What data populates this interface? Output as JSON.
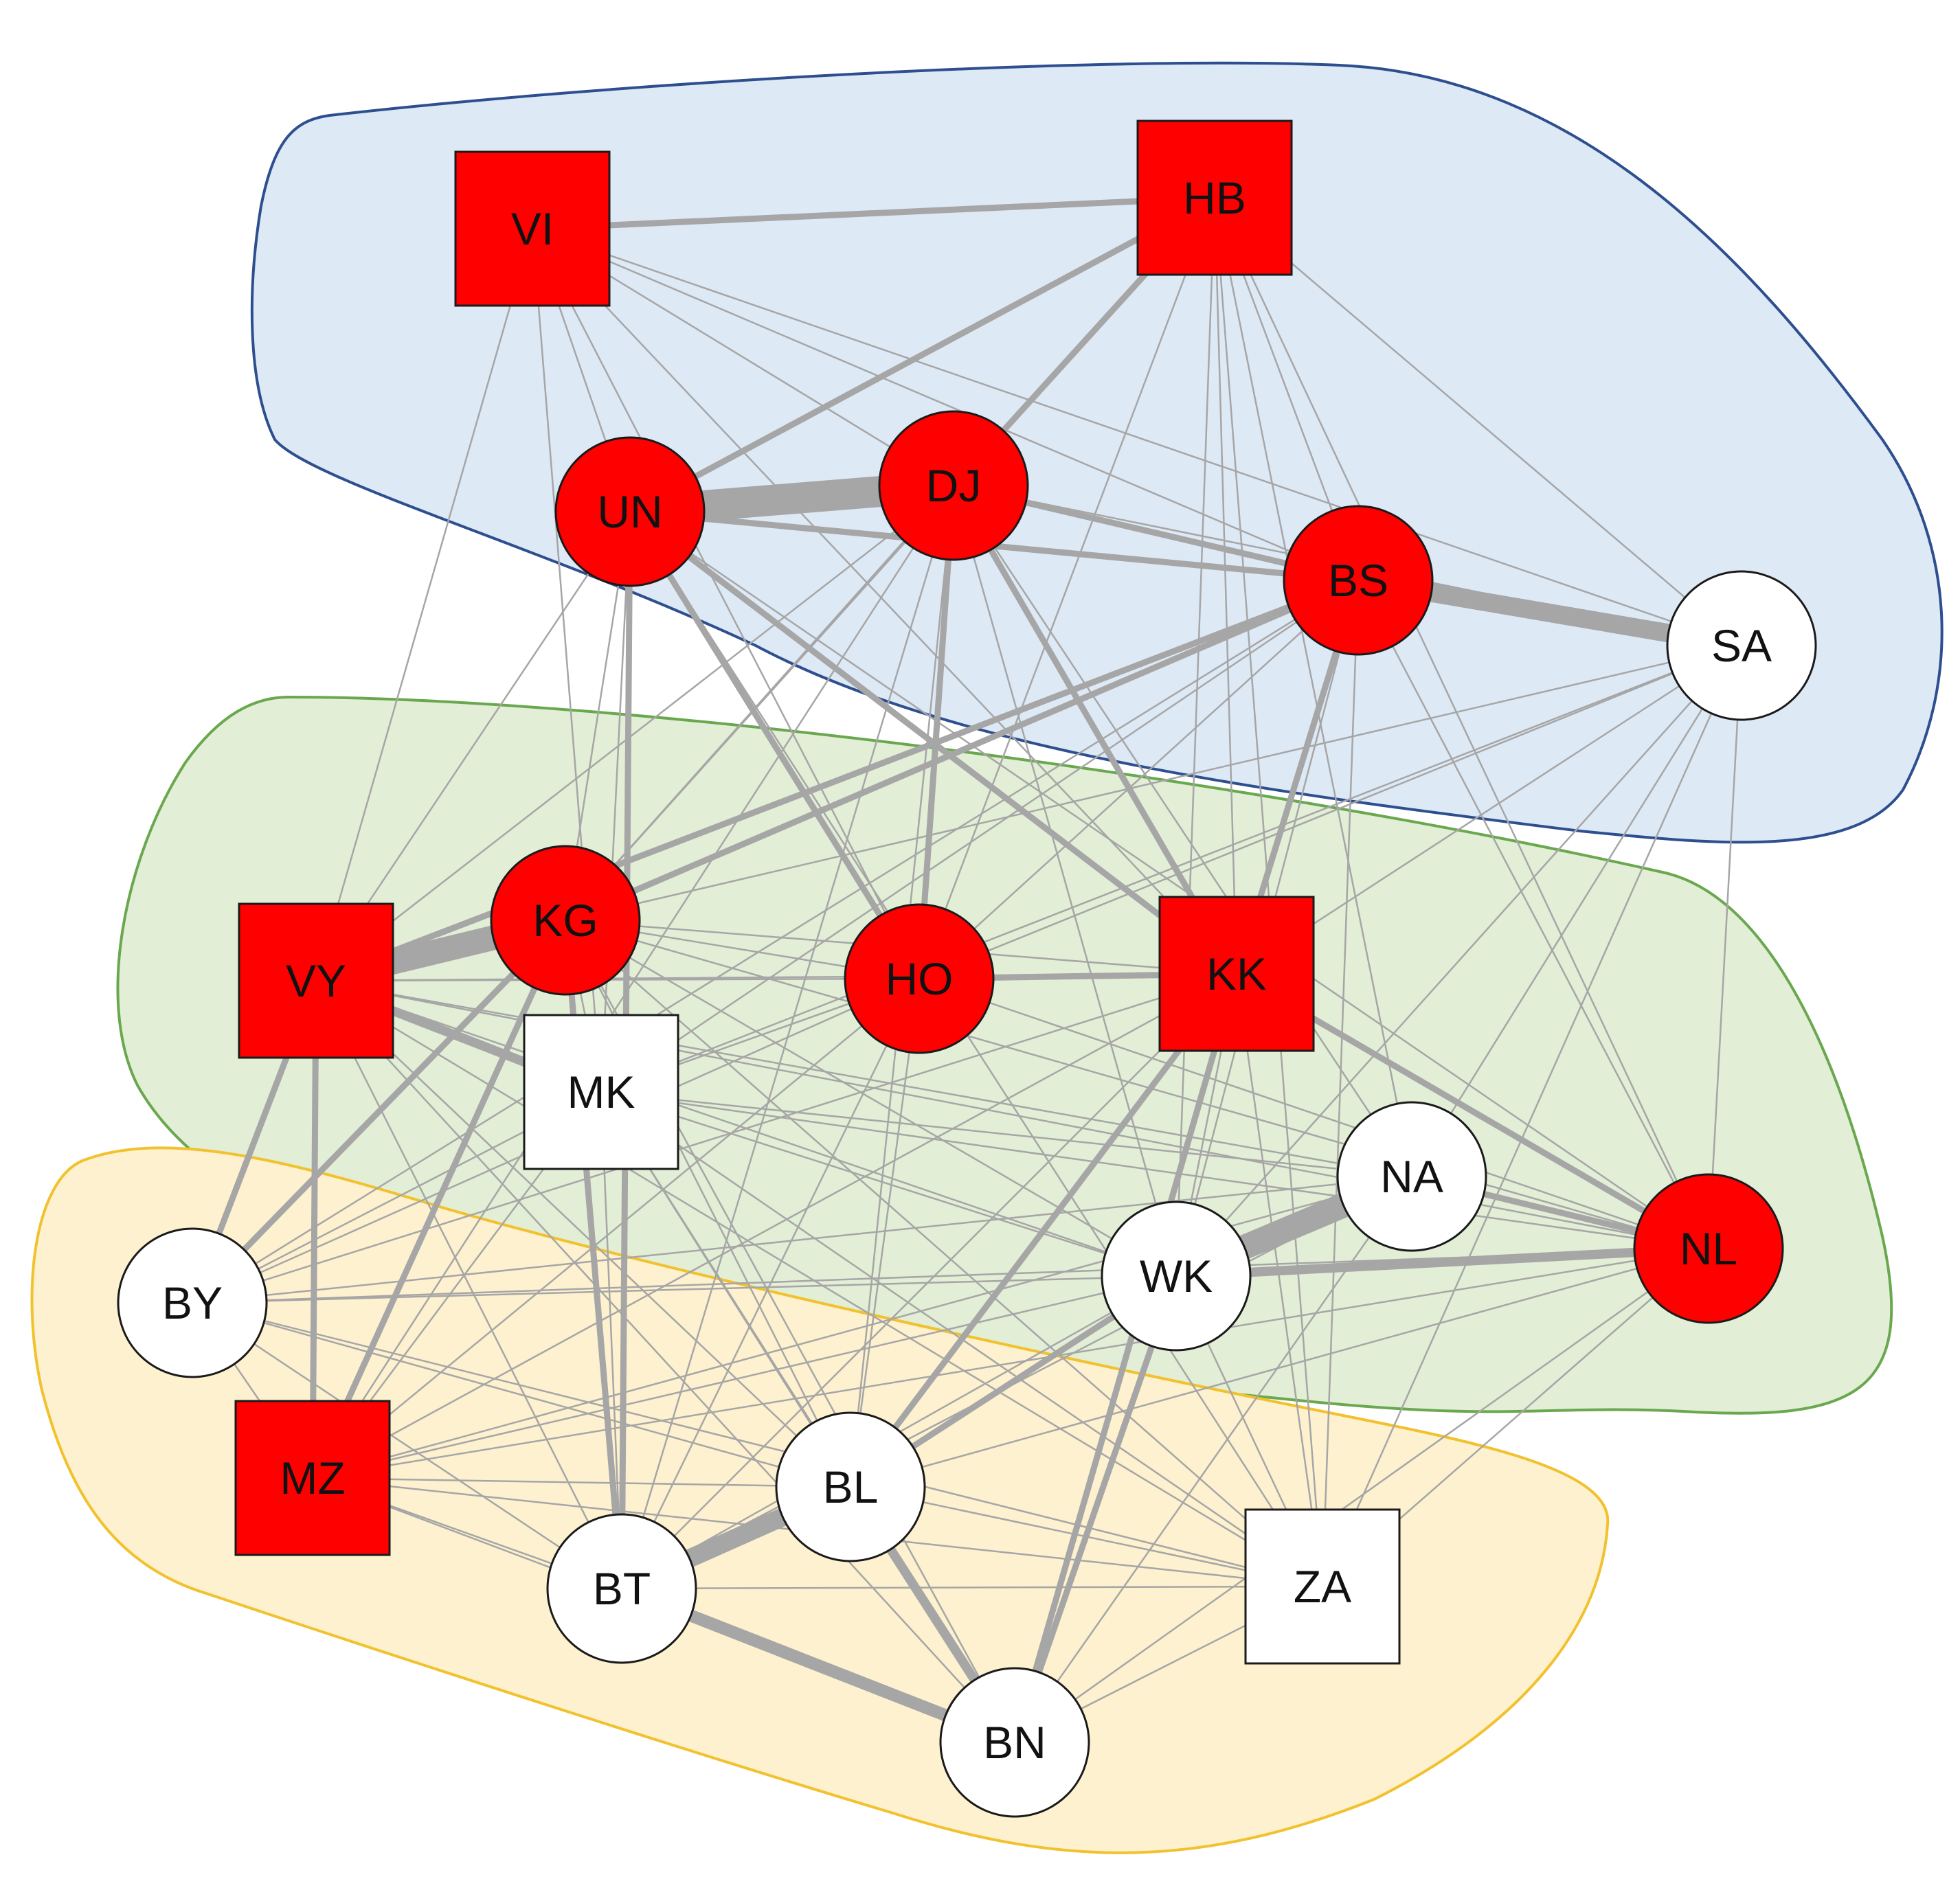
{
  "colors": {
    "group_blue_fill": "#dee9f6",
    "group_blue_stroke": "#2e4f8f",
    "group_green_fill": "#e2eed6",
    "group_green_stroke": "#6aa84f",
    "group_yellow_fill": "#fdf1cf",
    "group_yellow_stroke": "#f2c12e",
    "node_red": "#ff0000",
    "node_white": "#ffffff",
    "edge_gray": "#a6a6a6"
  },
  "nodes": [
    {
      "id": "VI",
      "label": "VI",
      "shape": "square",
      "color": "red",
      "group": "blue"
    },
    {
      "id": "HB",
      "label": "HB",
      "shape": "square",
      "color": "red",
      "group": "blue"
    },
    {
      "id": "UN",
      "label": "UN",
      "shape": "circle",
      "color": "red",
      "group": "blue"
    },
    {
      "id": "DJ",
      "label": "DJ",
      "shape": "circle",
      "color": "red",
      "group": "blue"
    },
    {
      "id": "BS",
      "label": "BS",
      "shape": "circle",
      "color": "red",
      "group": "blue"
    },
    {
      "id": "SA",
      "label": "SA",
      "shape": "circle",
      "color": "white",
      "group": "blue"
    },
    {
      "id": "VY",
      "label": "VY",
      "shape": "square",
      "color": "red",
      "group": "green"
    },
    {
      "id": "KG",
      "label": "KG",
      "shape": "circle",
      "color": "red",
      "group": "green"
    },
    {
      "id": "HO",
      "label": "HO",
      "shape": "circle",
      "color": "red",
      "group": "green"
    },
    {
      "id": "KK",
      "label": "KK",
      "shape": "square",
      "color": "red",
      "group": "green"
    },
    {
      "id": "MK",
      "label": "MK",
      "shape": "square",
      "color": "white",
      "group": "green"
    },
    {
      "id": "NA",
      "label": "NA",
      "shape": "circle",
      "color": "white",
      "group": "green"
    },
    {
      "id": "WK",
      "label": "WK",
      "shape": "circle",
      "color": "white",
      "group": "green"
    },
    {
      "id": "NL",
      "label": "NL",
      "shape": "circle",
      "color": "red",
      "group": "green"
    },
    {
      "id": "BY",
      "label": "BY",
      "shape": "circle",
      "color": "white",
      "group": "yellow"
    },
    {
      "id": "MZ",
      "label": "MZ",
      "shape": "square",
      "color": "red",
      "group": "yellow"
    },
    {
      "id": "BL",
      "label": "BL",
      "shape": "circle",
      "color": "white",
      "group": "yellow"
    },
    {
      "id": "BT",
      "label": "BT",
      "shape": "circle",
      "color": "white",
      "group": "yellow"
    },
    {
      "id": "ZA",
      "label": "ZA",
      "shape": "square",
      "color": "white",
      "group": "yellow"
    },
    {
      "id": "BN",
      "label": "BN",
      "shape": "circle",
      "color": "white",
      "group": "yellow"
    }
  ],
  "edges": [
    {
      "source": "UN",
      "target": "DJ",
      "weight": 10
    },
    {
      "source": "BS",
      "target": "SA",
      "weight": 6
    },
    {
      "source": "VY",
      "target": "KG",
      "weight": 8
    },
    {
      "source": "NA",
      "target": "WK",
      "weight": 8
    },
    {
      "source": "BT",
      "target": "BL",
      "weight": 6
    },
    {
      "source": "BT",
      "target": "BN",
      "weight": 4
    },
    {
      "source": "BL",
      "target": "BN",
      "weight": 3
    },
    {
      "source": "WK",
      "target": "NL",
      "weight": 3
    },
    {
      "source": "VY",
      "target": "MK",
      "weight": 3
    },
    {
      "source": "VI",
      "target": "HB",
      "weight": 2
    },
    {
      "source": "UN",
      "target": "BS",
      "weight": 2
    },
    {
      "source": "DJ",
      "target": "BS",
      "weight": 2
    },
    {
      "source": "UN",
      "target": "HB",
      "weight": 2
    },
    {
      "source": "DJ",
      "target": "HB",
      "weight": 2
    },
    {
      "source": "HO",
      "target": "KK",
      "weight": 2
    },
    {
      "source": "KK",
      "target": "NL",
      "weight": 2
    },
    {
      "source": "NA",
      "target": "NL",
      "weight": 2
    },
    {
      "source": "BY",
      "target": "VY",
      "weight": 2
    },
    {
      "source": "BY",
      "target": "KG",
      "weight": 2
    },
    {
      "source": "MZ",
      "target": "VY",
      "weight": 2
    },
    {
      "source": "MZ",
      "target": "KG",
      "weight": 2
    },
    {
      "source": "BL",
      "target": "WK",
      "weight": 2
    },
    {
      "source": "BL",
      "target": "KK",
      "weight": 2
    },
    {
      "source": "BT",
      "target": "UN",
      "weight": 2
    },
    {
      "source": "BT",
      "target": "KG",
      "weight": 2
    },
    {
      "source": "BN",
      "target": "KK",
      "weight": 2
    },
    {
      "source": "BN",
      "target": "WK",
      "weight": 2
    },
    {
      "source": "DJ",
      "target": "KK",
      "weight": 2
    },
    {
      "source": "DJ",
      "target": "HO",
      "weight": 2
    },
    {
      "source": "UN",
      "target": "HO",
      "weight": 2
    },
    {
      "source": "UN",
      "target": "KK",
      "weight": 2
    },
    {
      "source": "BS",
      "target": "KK",
      "weight": 2
    },
    {
      "source": "BS",
      "target": "KG",
      "weight": 2
    },
    {
      "source": "BS",
      "target": "VY",
      "weight": 2
    },
    {
      "source": "HB",
      "target": "KK",
      "weight": 1
    },
    {
      "source": "VI",
      "target": "HO",
      "weight": 1
    },
    {
      "source": "VI",
      "target": "KK",
      "weight": 1
    },
    {
      "source": "VI",
      "target": "UN",
      "weight": 1
    },
    {
      "source": "VI",
      "target": "DJ",
      "weight": 1
    },
    {
      "source": "VI",
      "target": "BS",
      "weight": 1
    },
    {
      "source": "VI",
      "target": "SA",
      "weight": 1
    },
    {
      "source": "VI",
      "target": "VY",
      "weight": 1
    },
    {
      "source": "VI",
      "target": "MK",
      "weight": 1
    },
    {
      "source": "HB",
      "target": "BS",
      "weight": 1
    },
    {
      "source": "HB",
      "target": "SA",
      "weight": 1
    },
    {
      "source": "HB",
      "target": "HO",
      "weight": 1
    },
    {
      "source": "HB",
      "target": "WK",
      "weight": 1
    },
    {
      "source": "HB",
      "target": "NA",
      "weight": 1
    },
    {
      "source": "HB",
      "target": "NL",
      "weight": 1
    },
    {
      "source": "HB",
      "target": "ZA",
      "weight": 1
    },
    {
      "source": "HB",
      "target": "KG",
      "weight": 1
    },
    {
      "source": "UN",
      "target": "VY",
      "weight": 1
    },
    {
      "source": "UN",
      "target": "KG",
      "weight": 1
    },
    {
      "source": "UN",
      "target": "MK",
      "weight": 1
    },
    {
      "source": "UN",
      "target": "NL",
      "weight": 1
    },
    {
      "source": "UN",
      "target": "ZA",
      "weight": 1
    },
    {
      "source": "DJ",
      "target": "VY",
      "weight": 1
    },
    {
      "source": "DJ",
      "target": "KG",
      "weight": 1
    },
    {
      "source": "DJ",
      "target": "MZ",
      "weight": 1
    },
    {
      "source": "DJ",
      "target": "BT",
      "weight": 1
    },
    {
      "source": "DJ",
      "target": "BL",
      "weight": 1
    },
    {
      "source": "DJ",
      "target": "WK",
      "weight": 1
    },
    {
      "source": "DJ",
      "target": "NA",
      "weight": 1
    },
    {
      "source": "DJ",
      "target": "SA",
      "weight": 1
    },
    {
      "source": "BS",
      "target": "HO",
      "weight": 1
    },
    {
      "source": "BS",
      "target": "MK",
      "weight": 1
    },
    {
      "source": "BS",
      "target": "WK",
      "weight": 1
    },
    {
      "source": "BS",
      "target": "NL",
      "weight": 1
    },
    {
      "source": "BS",
      "target": "ZA",
      "weight": 1
    },
    {
      "source": "BS",
      "target": "BY",
      "weight": 1
    },
    {
      "source": "SA",
      "target": "NL",
      "weight": 1
    },
    {
      "source": "SA",
      "target": "KK",
      "weight": 1
    },
    {
      "source": "SA",
      "target": "HO",
      "weight": 1
    },
    {
      "source": "SA",
      "target": "KG",
      "weight": 1
    },
    {
      "source": "SA",
      "target": "WK",
      "weight": 1
    },
    {
      "source": "SA",
      "target": "NA",
      "weight": 1
    },
    {
      "source": "SA",
      "target": "ZA",
      "weight": 1
    },
    {
      "source": "SA",
      "target": "MK",
      "weight": 1
    },
    {
      "source": "VY",
      "target": "HO",
      "weight": 1
    },
    {
      "source": "VY",
      "target": "KK",
      "weight": 1
    },
    {
      "source": "VY",
      "target": "WK",
      "weight": 1
    },
    {
      "source": "VY",
      "target": "NL",
      "weight": 1
    },
    {
      "source": "VY",
      "target": "NA",
      "weight": 1
    },
    {
      "source": "VY",
      "target": "BT",
      "weight": 1
    },
    {
      "source": "VY",
      "target": "BL",
      "weight": 1
    },
    {
      "source": "VY",
      "target": "BN",
      "weight": 1
    },
    {
      "source": "VY",
      "target": "ZA",
      "weight": 1
    },
    {
      "source": "KG",
      "target": "HO",
      "weight": 1
    },
    {
      "source": "KG",
      "target": "KK",
      "weight": 1
    },
    {
      "source": "KG",
      "target": "MK",
      "weight": 1
    },
    {
      "source": "KG",
      "target": "WK",
      "weight": 1
    },
    {
      "source": "KG",
      "target": "NL",
      "weight": 1
    },
    {
      "source": "KG",
      "target": "BL",
      "weight": 1
    },
    {
      "source": "KG",
      "target": "BN",
      "weight": 1
    },
    {
      "source": "KG",
      "target": "ZA",
      "weight": 1
    },
    {
      "source": "HO",
      "target": "MK",
      "weight": 1
    },
    {
      "source": "HO",
      "target": "BY",
      "weight": 1
    },
    {
      "source": "HO",
      "target": "MZ",
      "weight": 1
    },
    {
      "source": "HO",
      "target": "BT",
      "weight": 1
    },
    {
      "source": "HO",
      "target": "BL",
      "weight": 1
    },
    {
      "source": "HO",
      "target": "NL",
      "weight": 1
    },
    {
      "source": "KK",
      "target": "MZ",
      "weight": 1
    },
    {
      "source": "KK",
      "target": "BT",
      "weight": 1
    },
    {
      "source": "KK",
      "target": "WK",
      "weight": 1
    },
    {
      "source": "KK",
      "target": "ZA",
      "weight": 1
    },
    {
      "source": "KK",
      "target": "BY",
      "weight": 1
    },
    {
      "source": "MK",
      "target": "BY",
      "weight": 1
    },
    {
      "source": "MK",
      "target": "MZ",
      "weight": 1
    },
    {
      "source": "MK",
      "target": "BT",
      "weight": 1
    },
    {
      "source": "MK",
      "target": "BL",
      "weight": 1
    },
    {
      "source": "MK",
      "target": "BN",
      "weight": 1
    },
    {
      "source": "MK",
      "target": "NL",
      "weight": 1
    },
    {
      "source": "MK",
      "target": "WK",
      "weight": 1
    },
    {
      "source": "MK",
      "target": "NA",
      "weight": 1
    },
    {
      "source": "MK",
      "target": "ZA",
      "weight": 1
    },
    {
      "source": "NA",
      "target": "BY",
      "weight": 1
    },
    {
      "source": "NA",
      "target": "MZ",
      "weight": 1
    },
    {
      "source": "NA",
      "target": "BN",
      "weight": 1
    },
    {
      "source": "NA",
      "target": "BT",
      "weight": 1
    },
    {
      "source": "WK",
      "target": "BY",
      "weight": 1
    },
    {
      "source": "WK",
      "target": "MZ",
      "weight": 1
    },
    {
      "source": "WK",
      "target": "BT",
      "weight": 1
    },
    {
      "source": "WK",
      "target": "ZA",
      "weight": 1
    },
    {
      "source": "NL",
      "target": "BY",
      "weight": 1
    },
    {
      "source": "NL",
      "target": "MZ",
      "weight": 1
    },
    {
      "source": "NL",
      "target": "BL",
      "weight": 1
    },
    {
      "source": "NL",
      "target": "BN",
      "weight": 1
    },
    {
      "source": "NL",
      "target": "ZA",
      "weight": 1
    },
    {
      "source": "BY",
      "target": "MZ",
      "weight": 1
    },
    {
      "source": "BY",
      "target": "BT",
      "weight": 1
    },
    {
      "source": "BY",
      "target": "BL",
      "weight": 1
    },
    {
      "source": "BY",
      "target": "ZA",
      "weight": 1
    },
    {
      "source": "MZ",
      "target": "BT",
      "weight": 1
    },
    {
      "source": "MZ",
      "target": "BL",
      "weight": 1
    },
    {
      "source": "MZ",
      "target": "ZA",
      "weight": 1
    },
    {
      "source": "MZ",
      "target": "BN",
      "weight": 1
    },
    {
      "source": "BL",
      "target": "ZA",
      "weight": 1
    },
    {
      "source": "BT",
      "target": "ZA",
      "weight": 1
    },
    {
      "source": "BN",
      "target": "ZA",
      "weight": 1
    }
  ]
}
